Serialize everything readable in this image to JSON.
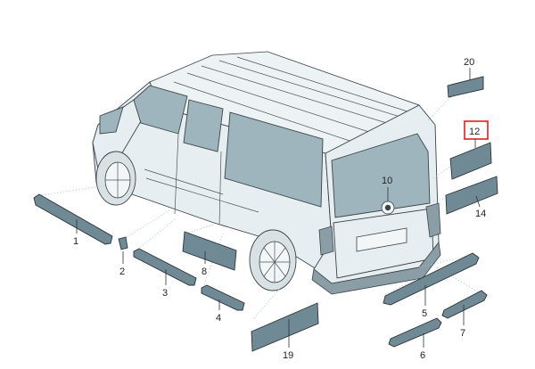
{
  "diagram": {
    "callouts": [
      {
        "id": "c1",
        "label": "1"
      },
      {
        "id": "c2",
        "label": "2"
      },
      {
        "id": "c3",
        "label": "3"
      },
      {
        "id": "c4",
        "label": "4"
      },
      {
        "id": "c5",
        "label": "5"
      },
      {
        "id": "c6",
        "label": "6"
      },
      {
        "id": "c7",
        "label": "7"
      },
      {
        "id": "c8",
        "label": "8"
      },
      {
        "id": "c10",
        "label": "10"
      },
      {
        "id": "c12",
        "label": "12",
        "highlighted": true
      },
      {
        "id": "c14",
        "label": "14"
      },
      {
        "id": "c19",
        "label": "19"
      },
      {
        "id": "c20",
        "label": "20"
      }
    ],
    "highlight_color": "#e02020",
    "part_color": "#6f8a94"
  }
}
